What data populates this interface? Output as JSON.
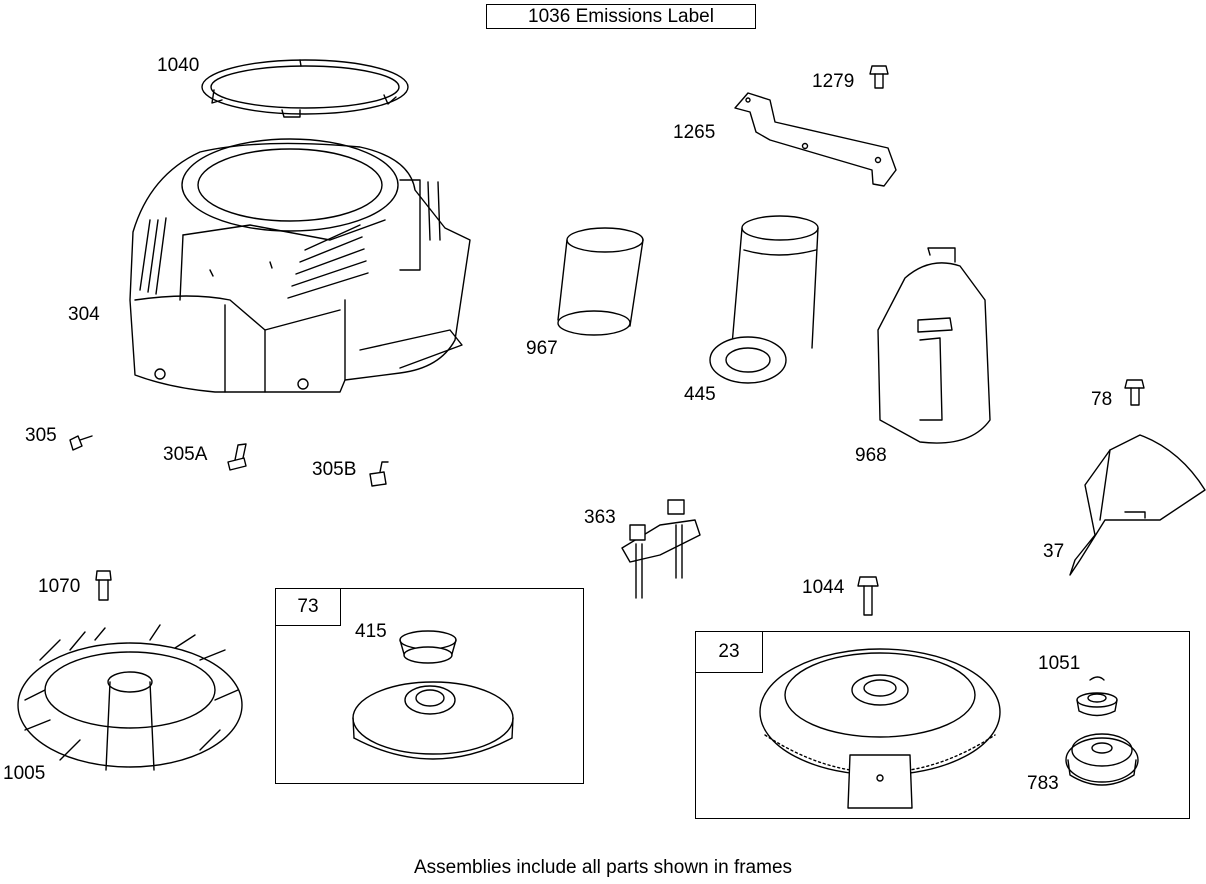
{
  "header": {
    "label": "1036  Emissions Label"
  },
  "footer": {
    "note": "Assemblies include all parts shown in frames"
  },
  "parts": {
    "p1040": "1040",
    "p1279": "1279",
    "p1265": "1265",
    "p304": "304",
    "p967": "967",
    "p445": "445",
    "p968": "968",
    "p78": "78",
    "p305": "305",
    "p305A": "305A",
    "p305B": "305B",
    "p363": "363",
    "p37": "37",
    "p1070": "1070",
    "p1044": "1044",
    "p1005": "1005",
    "p415": "415",
    "p1051": "1051",
    "p783": "783"
  },
  "frames": {
    "f73": "73",
    "f23": "23"
  }
}
